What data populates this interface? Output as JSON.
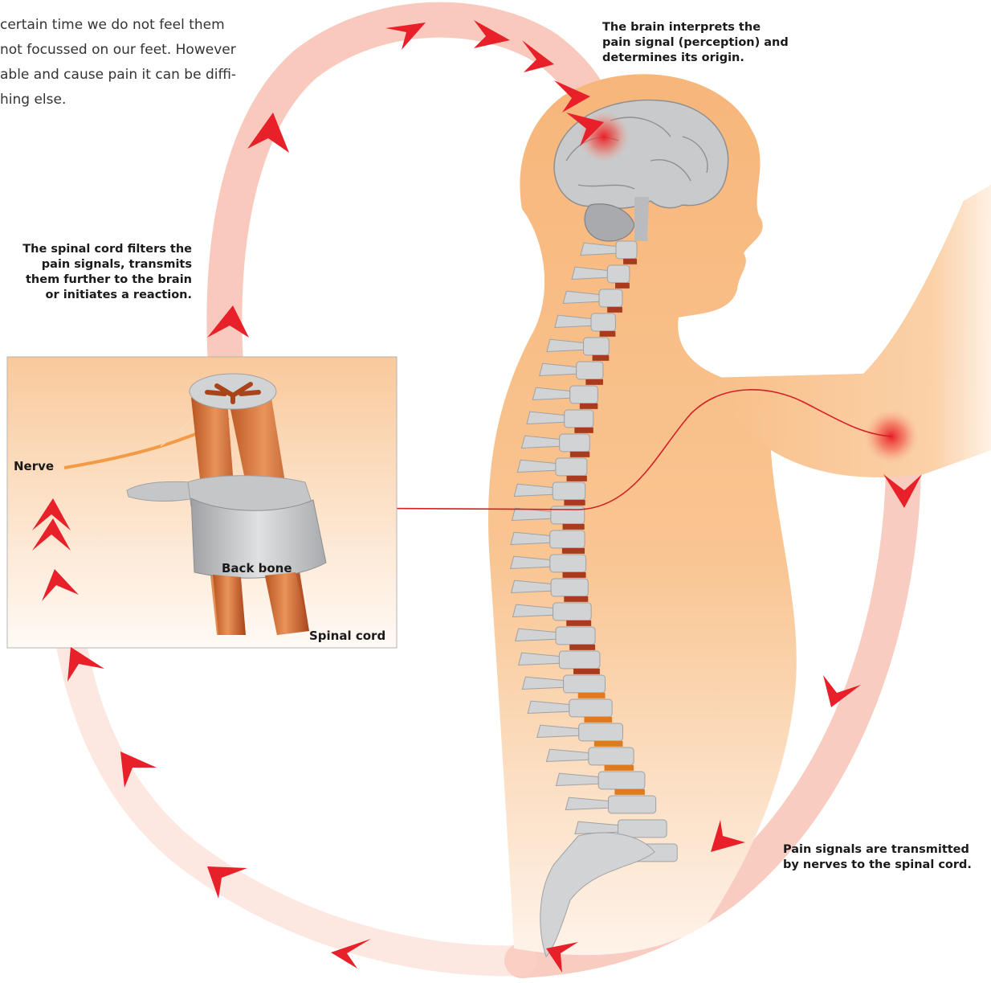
{
  "intro_lines": [
    "certain time we do not feel them",
    "not focussed on our feet. However",
    "able and cause pain it can be diffi-",
    "hing else."
  ],
  "captions": {
    "brain": [
      "The brain interprets the",
      "pain signal (perception) and",
      "determines its origin."
    ],
    "spinal": [
      "The spinal cord filters the",
      "pain signals, transmits",
      "them further to the brain",
      "or initiates a reaction."
    ],
    "pain": [
      "Pain signals are transmitted",
      "by nerves to the spinal cord."
    ]
  },
  "inset_labels": {
    "nerve": "Nerve",
    "back_bone": "Back bone",
    "spinal_cord": "Spinal cord"
  },
  "colors": {
    "arrow_red": "#e8202a",
    "arc_pink": "#f7b9ac",
    "body_peach": "#f8be8a",
    "bone_grey": "#d2d3d5",
    "disc_brown": "#a93a1e",
    "disc_orange": "#e07a20",
    "signal_line": "#d41f26"
  }
}
